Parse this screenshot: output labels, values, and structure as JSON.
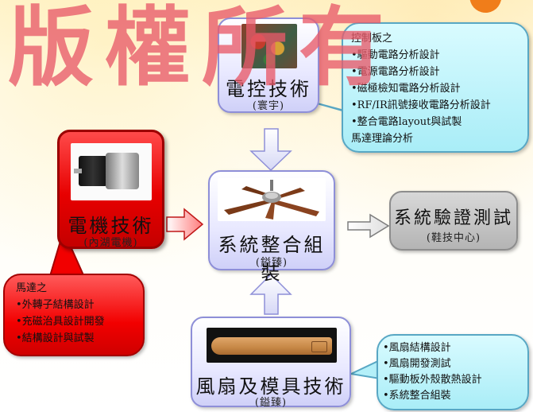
{
  "watermark": "版權所有",
  "boxes": {
    "control": {
      "title": "電控技術",
      "sub": "(寰宇)"
    },
    "motor": {
      "title": "電機技術",
      "sub": "(內湖電機)"
    },
    "integration": {
      "title": "系統整合組裝",
      "sub": "(鎰臻)"
    },
    "verification": {
      "title": "系統驗證測試",
      "sub": "(鞋技中心)"
    },
    "fan_mold": {
      "title": "風扇及模具技術",
      "sub": "(鎰臻)"
    }
  },
  "callouts": {
    "control": {
      "lines": [
        "控制板之",
        "•驅動電路分析設計",
        "•電源電路分析設計",
        "•磁極檢知電路分析設計",
        "•RF/IR訊號接收電路分析設計",
        "•整合電路layout與試製",
        "馬達理論分析"
      ]
    },
    "motor": {
      "lines": [
        "馬達之",
        "•外轉子結構設計",
        "•充磁治具設計開發",
        "•結構設計與試製"
      ]
    },
    "fan": {
      "lines": [
        "•風扇結構設計",
        "•風扇開發測試",
        "•驅動板外殼散熱設計",
        "•系統整合組裝"
      ]
    }
  },
  "icons": {
    "control_photo": "circuit-board-photo",
    "motor_photo": "motor-photo",
    "integration_photo": "ceiling-fan-photo",
    "fan_photo": "fan-blade-photo"
  },
  "colors": {
    "watermark": "#e85a69",
    "red_box": "#e70000",
    "blue_box": "#e8e8ff",
    "callout_blue": "#a9edf7",
    "gray_box": "#b4b4b4"
  }
}
